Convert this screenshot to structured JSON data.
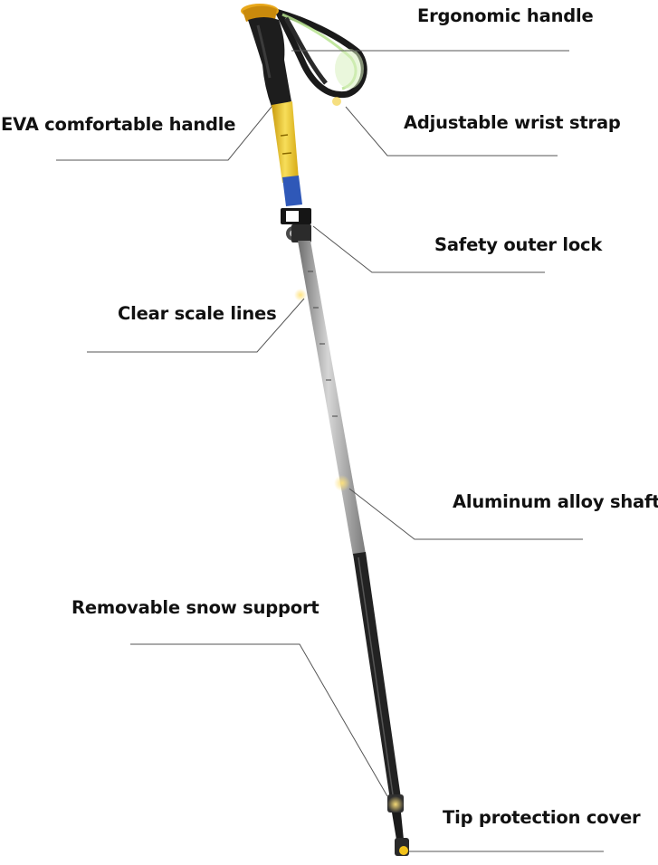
{
  "labels": {
    "ergonomic_handle": "Ergonomic handle",
    "eva_handle": "EVA comfortable handle",
    "wrist_strap": "Adjustable wrist strap",
    "outer_lock": "Safety outer lock",
    "scale_lines": "Clear scale lines",
    "alloy_shaft": "Aluminum alloy shaft",
    "snow_support": "Removable snow support",
    "tip_cover": "Tip protection cover"
  },
  "colors": {
    "background": "#ffffff",
    "text": "#111111",
    "leader_line": "#555555",
    "grip_black": "#1d1d1d",
    "accent_yellow": "#f2c21a",
    "accent_blue": "#2f58b8",
    "shaft_silver": "#9c9c9c",
    "shaft_dark": "#222222",
    "strap_green": "#b7e38f"
  }
}
